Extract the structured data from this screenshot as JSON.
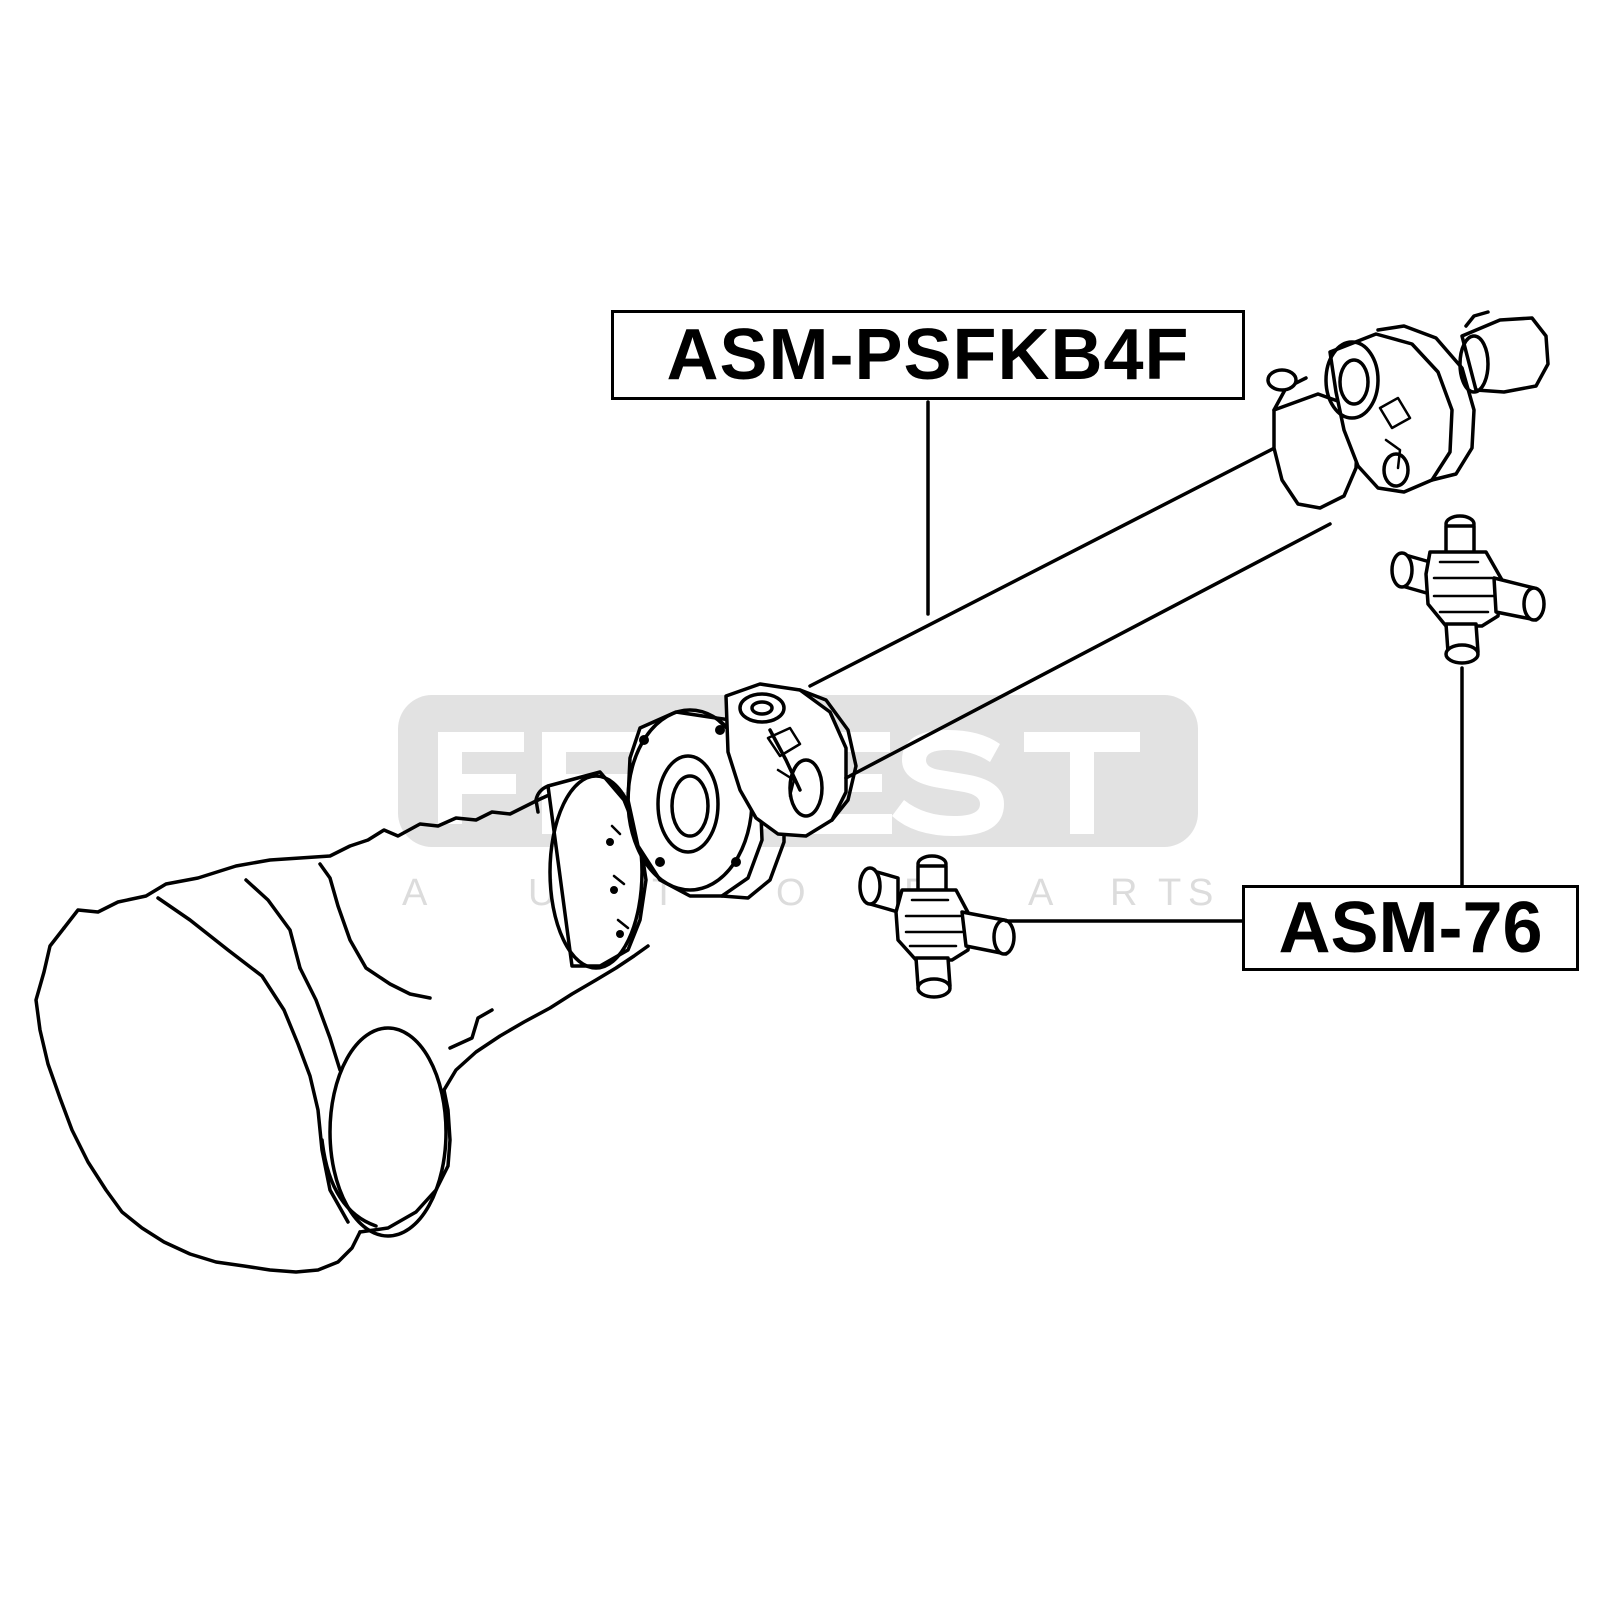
{
  "diagram": {
    "parts": [
      {
        "part_number": "ASM-PSFKB4F"
      },
      {
        "part_number": "ASM-76"
      }
    ]
  },
  "watermark": {
    "brand": "FEBEST",
    "tagline": "AUTO PARTS",
    "color": "#d4d4d4"
  },
  "colors": {
    "line": "#000000",
    "background": "#ffffff"
  }
}
